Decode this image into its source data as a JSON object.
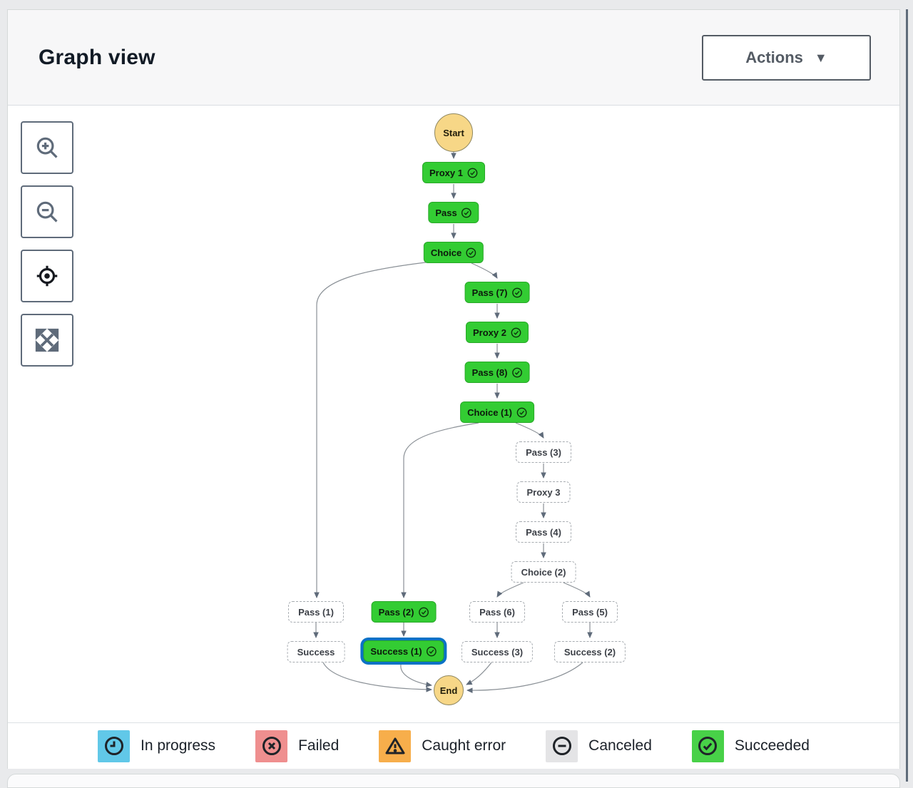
{
  "header": {
    "title": "Graph view",
    "actions_button_label": "Actions"
  },
  "toolbar": {
    "buttons": [
      {
        "icon": "zoom-in-icon"
      },
      {
        "icon": "zoom-out-icon"
      },
      {
        "icon": "center-view-icon"
      },
      {
        "icon": "fit-to-view-icon"
      }
    ]
  },
  "graph": {
    "nodes": [
      {
        "label": "Start",
        "type": "terminal"
      },
      {
        "label": "Proxy 1",
        "status": "succeeded"
      },
      {
        "label": "Pass",
        "status": "succeeded"
      },
      {
        "label": "Choice",
        "status": "succeeded"
      },
      {
        "label": "Pass (7)",
        "status": "succeeded"
      },
      {
        "label": "Proxy 2",
        "status": "succeeded"
      },
      {
        "label": "Pass (8)",
        "status": "succeeded"
      },
      {
        "label": "Choice (1)",
        "status": "succeeded"
      },
      {
        "label": "Pass (3)",
        "status": "not-executed"
      },
      {
        "label": "Proxy 3",
        "status": "not-executed"
      },
      {
        "label": "Pass (4)",
        "status": "not-executed"
      },
      {
        "label": "Choice (2)",
        "status": "not-executed"
      },
      {
        "label": "Pass (1)",
        "status": "not-executed"
      },
      {
        "label": "Pass (2)",
        "status": "succeeded"
      },
      {
        "label": "Pass (6)",
        "status": "not-executed"
      },
      {
        "label": "Pass (5)",
        "status": "not-executed"
      },
      {
        "label": "Success",
        "status": "not-executed"
      },
      {
        "label": "Success (1)",
        "status": "succeeded",
        "selected": true
      },
      {
        "label": "Success (3)",
        "status": "not-executed"
      },
      {
        "label": "Success (2)",
        "status": "not-executed"
      },
      {
        "label": "End",
        "type": "terminal"
      }
    ]
  },
  "legend": {
    "items": [
      {
        "label": "In progress",
        "icon": "in-progress-clock-icon",
        "color": "#61c8e8"
      },
      {
        "label": "Failed",
        "icon": "failed-x-icon",
        "color": "#ef8f8f"
      },
      {
        "label": "Caught error",
        "icon": "caught-error-triangle-icon",
        "color": "#f7ae4b"
      },
      {
        "label": "Canceled",
        "icon": "canceled-minus-icon",
        "color": "#e4e4e6"
      },
      {
        "label": "Succeeded",
        "icon": "succeeded-check-icon",
        "color": "#48d148"
      }
    ]
  },
  "colors": {
    "succeeded_node": "#33cc33",
    "selected_outline": "#0b72c6",
    "terminal_node": "#f7d787",
    "edge": "#8a9096"
  }
}
